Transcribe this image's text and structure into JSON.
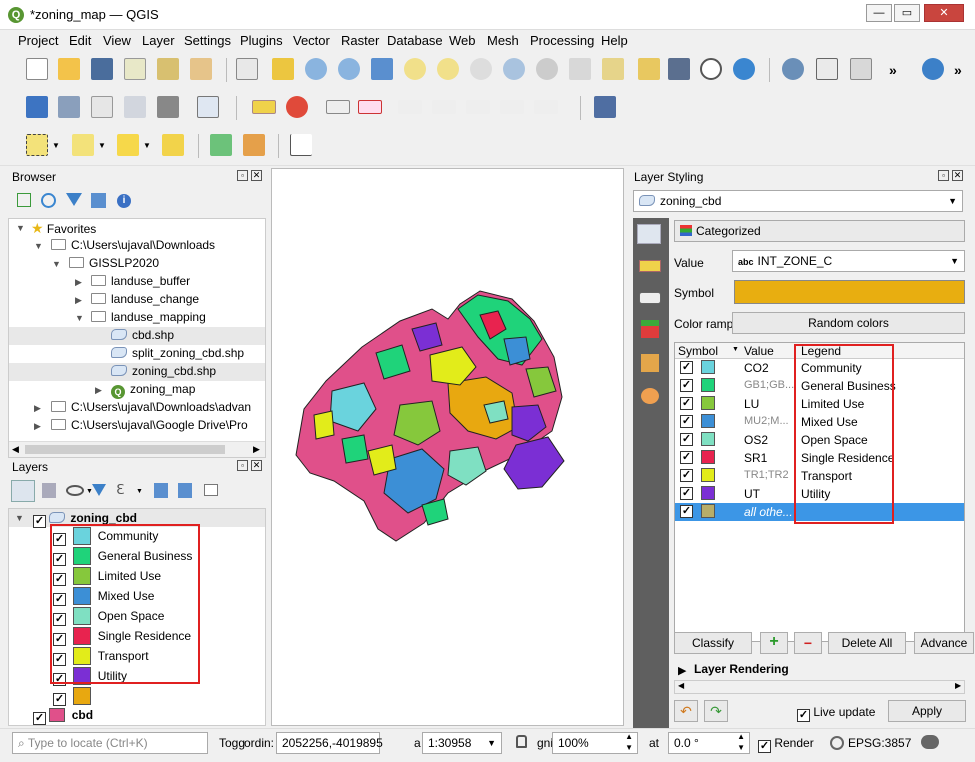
{
  "window": {
    "title": "*zoning_map — QGIS"
  },
  "menu": [
    "Project",
    "Edit",
    "View",
    "Layer",
    "Settings",
    "Plugins",
    "Vector",
    "Raster",
    "Database",
    "Web",
    "Mesh",
    "Processing",
    "Help"
  ],
  "browser": {
    "title": "Browser",
    "items": [
      {
        "label": "Favorites"
      },
      {
        "label": "C:\\Users\\ujaval\\Downloads"
      },
      {
        "label": "GISSLP2020"
      },
      {
        "label": "landuse_buffer"
      },
      {
        "label": "landuse_change"
      },
      {
        "label": "landuse_mapping"
      },
      {
        "label": "cbd.shp"
      },
      {
        "label": "split_zoning_cbd.shp"
      },
      {
        "label": "zoning_cbd.shp"
      },
      {
        "label": "zoning_map"
      },
      {
        "label": "C:\\Users\\ujaval\\Downloads\\advan"
      },
      {
        "label": "C:\\Users\\ujaval\\Google Drive\\Pro"
      }
    ]
  },
  "layers": {
    "title": "Layers",
    "group_label": "zoning_cbd",
    "categories": [
      {
        "label": "Community",
        "color": "#6ad3dd"
      },
      {
        "label": "General Business",
        "color": "#1fd37a"
      },
      {
        "label": "Limited Use",
        "color": "#86c83c"
      },
      {
        "label": "Mixed Use",
        "color": "#3c8fd6"
      },
      {
        "label": "Open Space",
        "color": "#7fe0c2"
      },
      {
        "label": "Single Residence",
        "color": "#e8234f"
      },
      {
        "label": "Transport",
        "color": "#e2ec1a"
      },
      {
        "label": "Utility",
        "color": "#7b2fd4"
      }
    ],
    "other_color": "#e8a810",
    "cbd_label": "cbd",
    "cbd_color": "#e0508a"
  },
  "styling": {
    "title": "Layer Styling",
    "layer_select": "zoning_cbd",
    "renderer": "Categorized",
    "value_label": "Value",
    "value_field": "INT_ZONE_C",
    "value_prefix": "abc",
    "symbol_label": "Symbol",
    "symbol_color": "#e8ae10",
    "ramp_label": "Color ramp",
    "ramp_value": "Random colors",
    "columns": {
      "symbol": "Symbol",
      "value": "Value",
      "legend": "Legend"
    },
    "rows": [
      {
        "value": "CO2",
        "legend": "Community",
        "color": "#6ad3dd",
        "dim": false
      },
      {
        "value": "GB1;GB...",
        "legend": "General Business",
        "color": "#1fd37a",
        "dim": true
      },
      {
        "value": "LU",
        "legend": "Limited Use",
        "color": "#86c83c",
        "dim": false
      },
      {
        "value": "MU2;M...",
        "legend": "Mixed Use",
        "color": "#3c8fd6",
        "dim": true
      },
      {
        "value": "OS2",
        "legend": "Open Space",
        "color": "#7fe0c2",
        "dim": false
      },
      {
        "value": "SR1",
        "legend": "Single Residence",
        "color": "#e8234f",
        "dim": false
      },
      {
        "value": "TR1;TR2",
        "legend": "Transport",
        "color": "#e2ec1a",
        "dim": true
      },
      {
        "value": "UT",
        "legend": "Utility",
        "color": "#7b2fd4",
        "dim": false
      }
    ],
    "other_row": {
      "value": "all othe...",
      "legend": "",
      "color": "#b8ad68"
    },
    "classify_label": "Classify",
    "delete_all_label": "Delete All",
    "advanced_label": "Advance",
    "layer_rendering_label": "Layer Rendering",
    "live_update_label": "Live update",
    "apply_label": "Apply"
  },
  "statusbar": {
    "locate_placeholder": "Type to locate (Ctrl+K)",
    "toggle_label": "Togg",
    "coord_label": "ordin:",
    "coordinate": "2052256,-4019895",
    "scale_label": "a",
    "scale": "1:30958",
    "magnifier_label": "gni",
    "magnifier": "100%",
    "rotation_label": "at",
    "rotation": "0.0 °",
    "render_label": "Render",
    "crs": "EPSG:3857"
  }
}
